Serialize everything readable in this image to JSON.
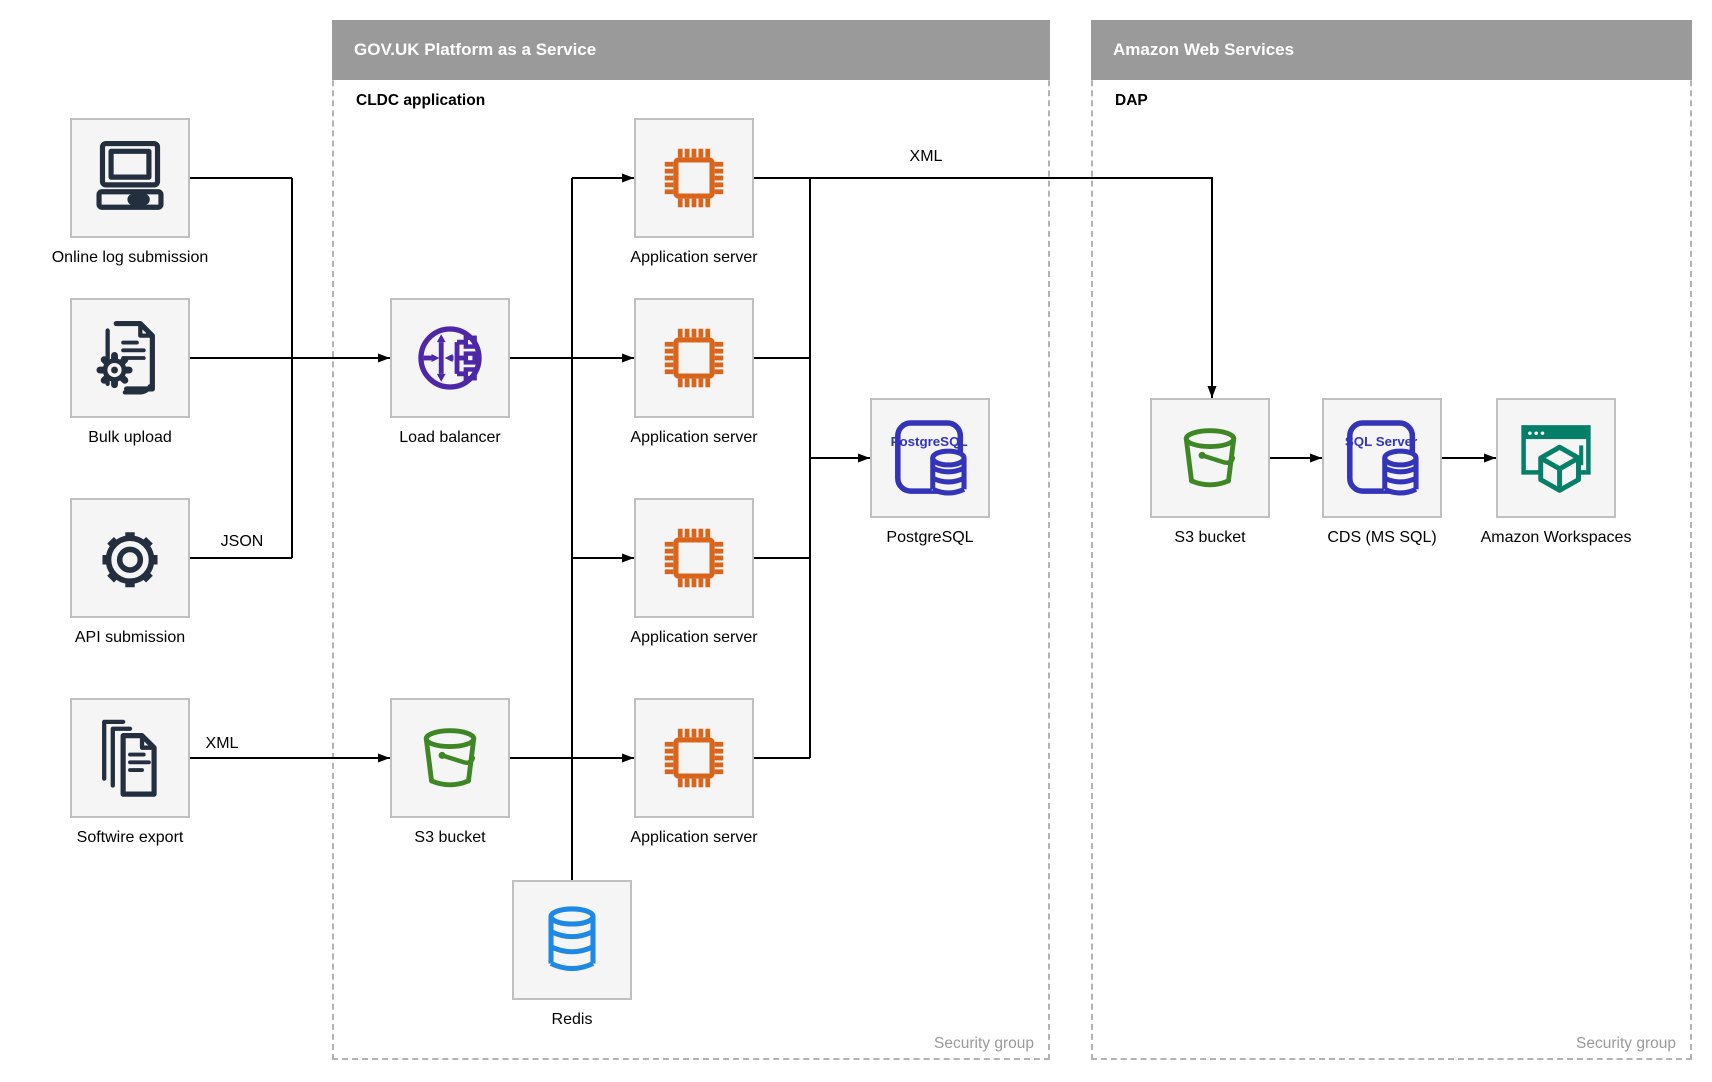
{
  "diagram": {
    "containers": {
      "paas": {
        "title": "GOV.UK Platform as a Service",
        "sublabel": "CLDC application",
        "footer": "Security group"
      },
      "aws": {
        "title": "Amazon Web Services",
        "sublabel": "DAP",
        "footer": "Security group"
      }
    },
    "nodes": {
      "online_log_submission": {
        "label": "Online log submission"
      },
      "bulk_upload": {
        "label": "Bulk upload"
      },
      "api_submission": {
        "label": "API submission"
      },
      "softwire_export": {
        "label": "Softwire export"
      },
      "load_balancer": {
        "label": "Load balancer"
      },
      "app_server_1": {
        "label": "Application server"
      },
      "app_server_2": {
        "label": "Application server"
      },
      "app_server_3": {
        "label": "Application server"
      },
      "app_server_4": {
        "label": "Application server"
      },
      "postgresql": {
        "label": "PostgreSQL",
        "icon_text": "PostgreSQL"
      },
      "s3_bucket_paas": {
        "label": "S3 bucket"
      },
      "redis": {
        "label": "Redis"
      },
      "s3_bucket_aws": {
        "label": "S3 bucket"
      },
      "cds": {
        "label": "CDS (MS SQL)",
        "icon_text": "SQL Server"
      },
      "amazon_workspaces": {
        "label": "Amazon Workspaces"
      }
    },
    "edge_labels": {
      "json": "JSON",
      "xml_softwire": "XML",
      "xml_aws": "XML"
    },
    "colors": {
      "navy": "#232f3e",
      "orange": "#d9651d",
      "purple": "#4d27a8",
      "green": "#3f8624",
      "blue": "#1e88e5",
      "indigo": "#3334b9",
      "teal": "#067f68",
      "header_grey": "#9a9a9a",
      "box_fill": "#f5f5f5",
      "box_border": "#c0c0c0",
      "line": "#000000"
    }
  }
}
